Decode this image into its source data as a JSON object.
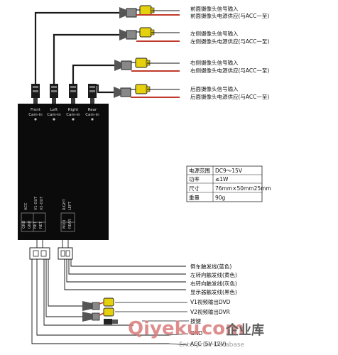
{
  "cameras": [
    {
      "signal": "前面摄像头信号输入",
      "power": "前面摄像头电源供应(与ACC一至)",
      "port": [
        "Front",
        "Cam-in"
      ]
    },
    {
      "signal": "左侧摄像头信号输入",
      "power": "左侧摄像头电源供应(与ACC一至)",
      "port": [
        "Left",
        "Cam-in"
      ]
    },
    {
      "signal": "右侧摄像头信号输入",
      "power": "右侧摄像头电源供应(与ACC一至)",
      "port": [
        "Right",
        "Cam-in"
      ]
    },
    {
      "signal": "后面摄像头信号输入",
      "power": "后面摄像头电源供应(与ACC一至)",
      "port": [
        "Rear",
        "Cam-in"
      ]
    }
  ],
  "box_labels": {
    "pins_left": [
      "GND",
      "GND",
      "NET",
      "NET"
    ],
    "pins_right": [
      "MON",
      "REAR"
    ],
    "col1": [
      "ACC"
    ],
    "col2": [
      "V1-OUT"
    ],
    "col3": [
      "V2-OUT"
    ],
    "col4": [
      "RIGHT"
    ],
    "col5": [
      "LEFT"
    ]
  },
  "specs": [
    {
      "k": "电源范围",
      "v": "DC9～15V"
    },
    {
      "k": "功率",
      "v": "≤1W"
    },
    {
      "k": "尺寸",
      "v": "76mm×50mm25mm"
    },
    {
      "k": "重量",
      "v": "90g"
    }
  ],
  "outputs": [
    "倒车触发线(蓝色)",
    "左转向触发线(黄色)",
    "右转向触发线(灰色)",
    "显示器触发线(黑色)",
    "V1视频输出DVD",
    "V2视频输出DVR",
    "按键",
    "GND",
    "ACC (5V-12V)"
  ],
  "watermark": {
    "brand": "Qiyeku",
    "suffix": ".com",
    "cn": "企业库",
    "sub": "Enterprise Database"
  },
  "colors": {
    "yellow": "#e6d10f",
    "red": "#c0392b",
    "box": "#0b0b0b",
    "wire": "#1a1a1a"
  }
}
